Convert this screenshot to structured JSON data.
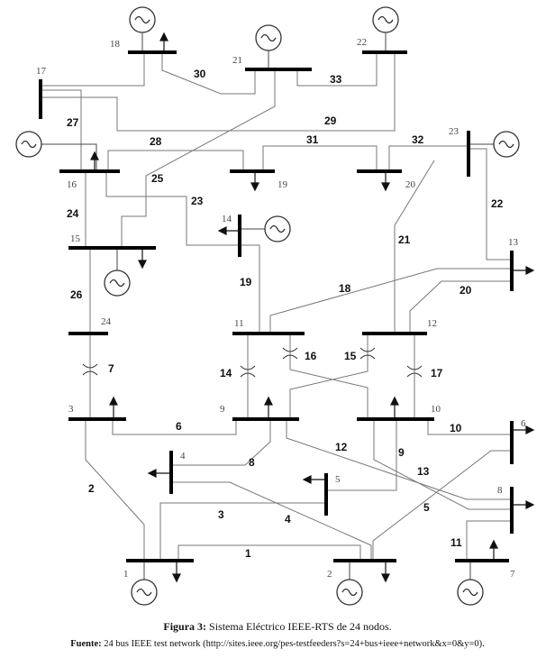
{
  "caption": {
    "label": "Figura 3:",
    "text": " Sistema Eléctrico IEEE-RTS de 24 nodos."
  },
  "source": {
    "label": "Fuente:",
    "text": " 24 bus IEEE test network (http://sites.ieee.org/pes-testfeeders?s=24+bus+ieee+network&x=0&y=0)."
  },
  "buses": [
    {
      "id": "1",
      "label": "1"
    },
    {
      "id": "2",
      "label": "2"
    },
    {
      "id": "3",
      "label": "3"
    },
    {
      "id": "4",
      "label": "4"
    },
    {
      "id": "5",
      "label": "5"
    },
    {
      "id": "6",
      "label": "6"
    },
    {
      "id": "7",
      "label": "7"
    },
    {
      "id": "8",
      "label": "8"
    },
    {
      "id": "9",
      "label": "9"
    },
    {
      "id": "10",
      "label": "10"
    },
    {
      "id": "11",
      "label": "11"
    },
    {
      "id": "12",
      "label": "12"
    },
    {
      "id": "13",
      "label": "13"
    },
    {
      "id": "14",
      "label": "14"
    },
    {
      "id": "15",
      "label": "15"
    },
    {
      "id": "16",
      "label": "16"
    },
    {
      "id": "17",
      "label": "17"
    },
    {
      "id": "18",
      "label": "18"
    },
    {
      "id": "19",
      "label": "19"
    },
    {
      "id": "20",
      "label": "20"
    },
    {
      "id": "21",
      "label": "21"
    },
    {
      "id": "22",
      "label": "22"
    },
    {
      "id": "23",
      "label": "23"
    },
    {
      "id": "24",
      "label": "24"
    }
  ],
  "lines": [
    {
      "label": "1"
    },
    {
      "label": "2"
    },
    {
      "label": "3"
    },
    {
      "label": "4"
    },
    {
      "label": "5"
    },
    {
      "label": "6"
    },
    {
      "label": "7"
    },
    {
      "label": "8"
    },
    {
      "label": "9"
    },
    {
      "label": "10"
    },
    {
      "label": "11"
    },
    {
      "label": "12"
    },
    {
      "label": "13"
    },
    {
      "label": "14"
    },
    {
      "label": "15"
    },
    {
      "label": "16"
    },
    {
      "label": "17"
    },
    {
      "label": "18"
    },
    {
      "label": "19"
    },
    {
      "label": "20"
    },
    {
      "label": "21"
    },
    {
      "label": "22"
    },
    {
      "label": "23"
    },
    {
      "label": "24"
    },
    {
      "label": "25"
    },
    {
      "label": "26"
    },
    {
      "label": "27"
    },
    {
      "label": "28"
    },
    {
      "label": "29"
    },
    {
      "label": "30"
    },
    {
      "label": "31"
    },
    {
      "label": "32"
    },
    {
      "label": "33"
    }
  ]
}
